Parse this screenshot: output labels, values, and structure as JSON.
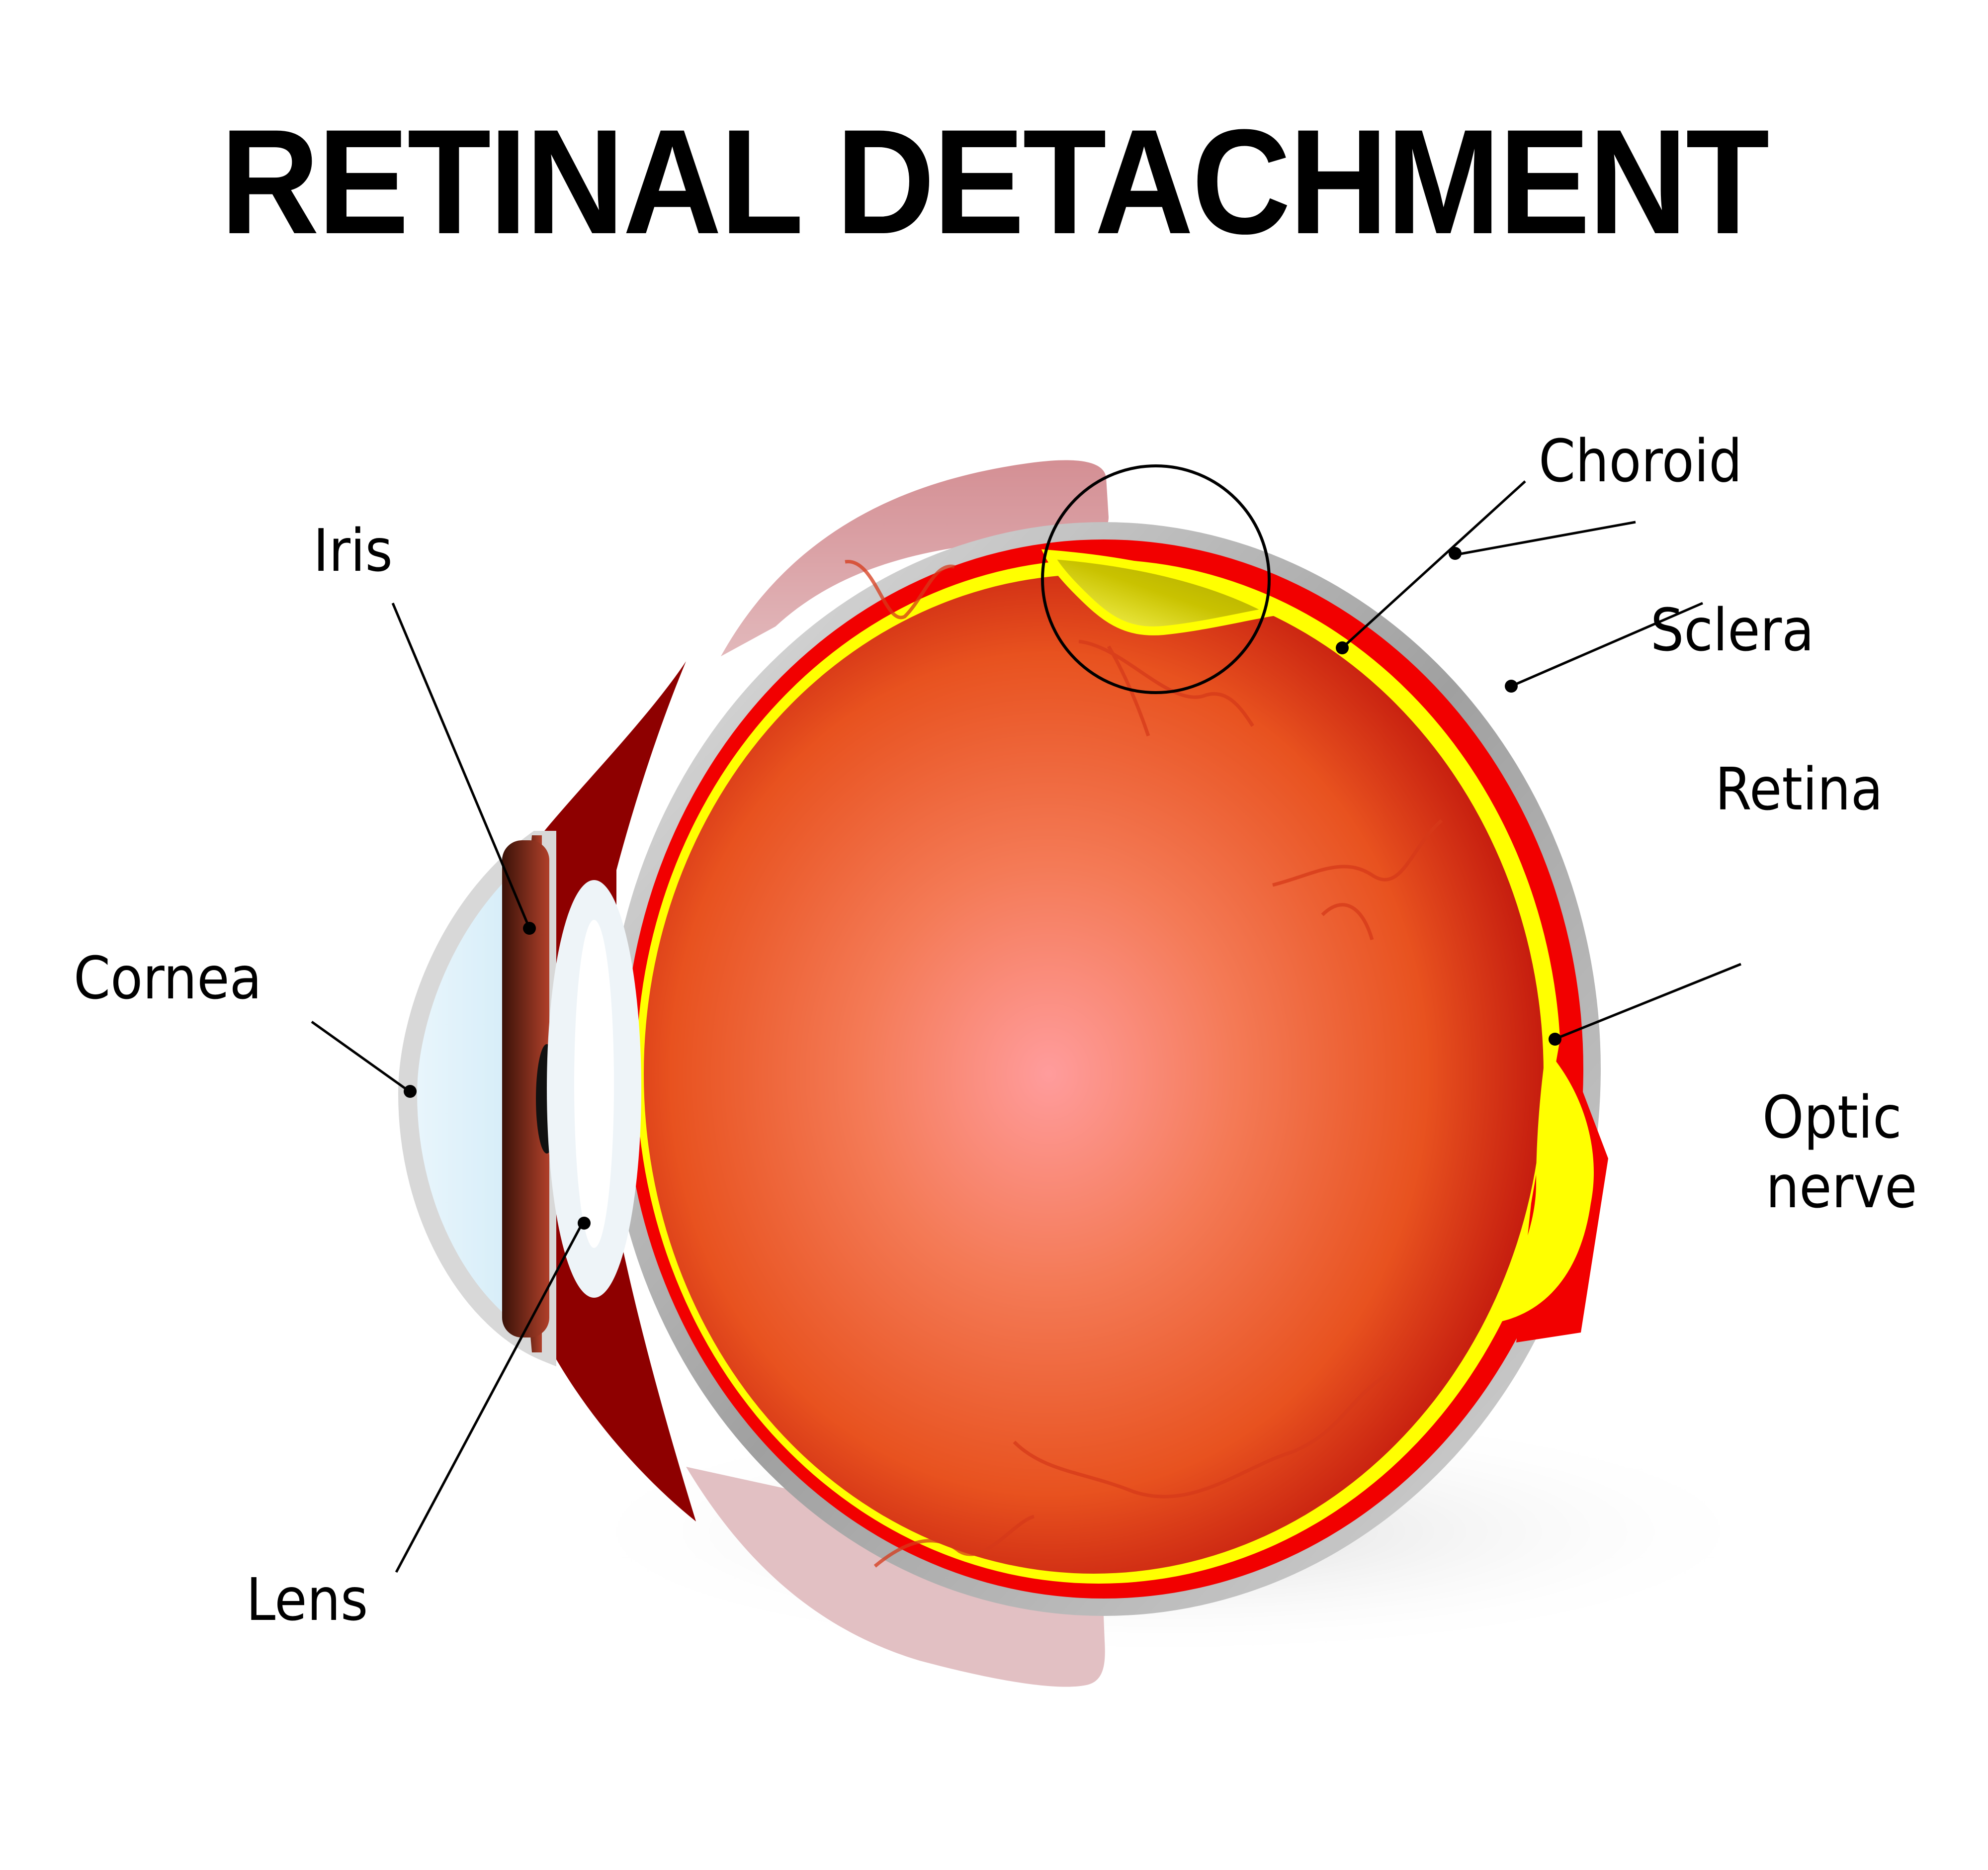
{
  "title": "RETINAL DETACHMENT",
  "labels": {
    "choroid": "Choroid",
    "sclera": "Sclera",
    "retina": "Retina",
    "iris": "Iris",
    "cornea": "Cornea",
    "optic_nerve_line1": "Optic",
    "optic_nerve_line2": "nerve",
    "lens": "Lens"
  },
  "colors": {
    "title_text": "#000000",
    "sclera": "#9a9a9a",
    "choroid": "#f20000",
    "retina": "#ffff00",
    "vitreous_center": "#ff9a9a",
    "vitreous_mid": "#f26a3a",
    "vitreous_edge": "#c00a0a",
    "ciliary": "#8e0000",
    "iris": "#a83a22",
    "cornea": "#dff1fa",
    "lens": "#eef4f8",
    "muscle": "#d6959a",
    "detachment_fluid": "#b9b300",
    "leader_line": "#000000",
    "highlight_circle": "#000000"
  }
}
